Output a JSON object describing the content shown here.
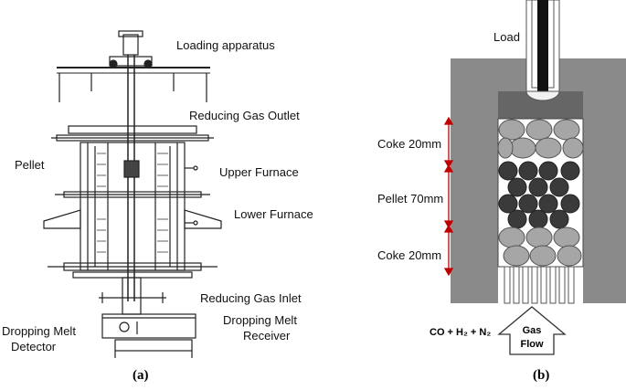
{
  "panel_a": {
    "labels": {
      "loading_apparatus": "Loading apparatus",
      "reducing_gas_outlet": "Reducing Gas Outlet",
      "pellet": "Pellet",
      "upper_furnace": "Upper Furnace",
      "lower_furnace": "Lower Furnace",
      "reducing_gas_inlet": "Reducing Gas Inlet",
      "dropping_melt_detector_1": "Dropping Melt",
      "dropping_melt_detector_2": "Detector",
      "dropping_melt_receiver_1": "Dropping Melt",
      "dropping_melt_receiver_2": "Receiver"
    },
    "caption": "(a)"
  },
  "panel_b": {
    "labels": {
      "load": "Load",
      "coke_top": "Coke 20mm",
      "pellet": "Pellet 70mm",
      "coke_bottom": "Coke 20mm",
      "gas_flow_1": "Gas",
      "gas_flow_2": "Flow",
      "gas_formula": "CO + H₂ + N₂"
    },
    "caption": "(b)",
    "colors": {
      "wall": "#8a8a8a",
      "coke": "#a6a6a6",
      "pellet": "#3a3a3a",
      "arrow": "#c00000"
    }
  }
}
